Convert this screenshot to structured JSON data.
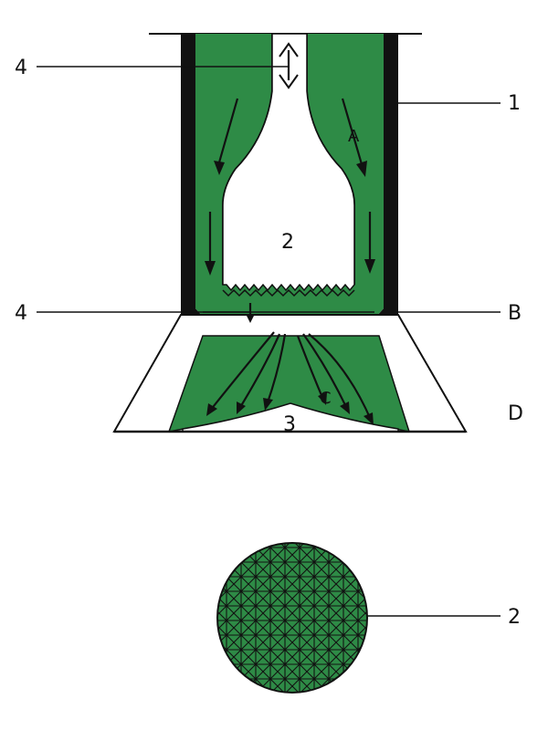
{
  "colors": {
    "green": "#2e8b46",
    "outline": "#111111",
    "background": "#ffffff"
  },
  "labels": {
    "label_1": "1",
    "label_2_top": "2",
    "label_3": "3",
    "label_4_top": "4",
    "label_4_mid": "4",
    "label_2_side": "2",
    "label_B": "B",
    "label_D": "D",
    "label_A": "A",
    "label_C": "C"
  }
}
